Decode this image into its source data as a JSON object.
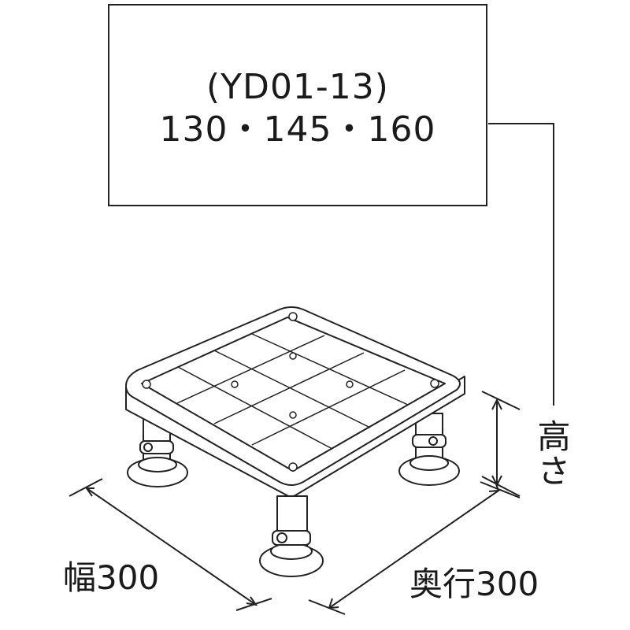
{
  "model_box": {
    "model_code": "(YD01-13)",
    "height_options": "130・145・160"
  },
  "dimensions": {
    "height_label": "高さ",
    "width_label": "幅300",
    "depth_label": "奥行300"
  }
}
